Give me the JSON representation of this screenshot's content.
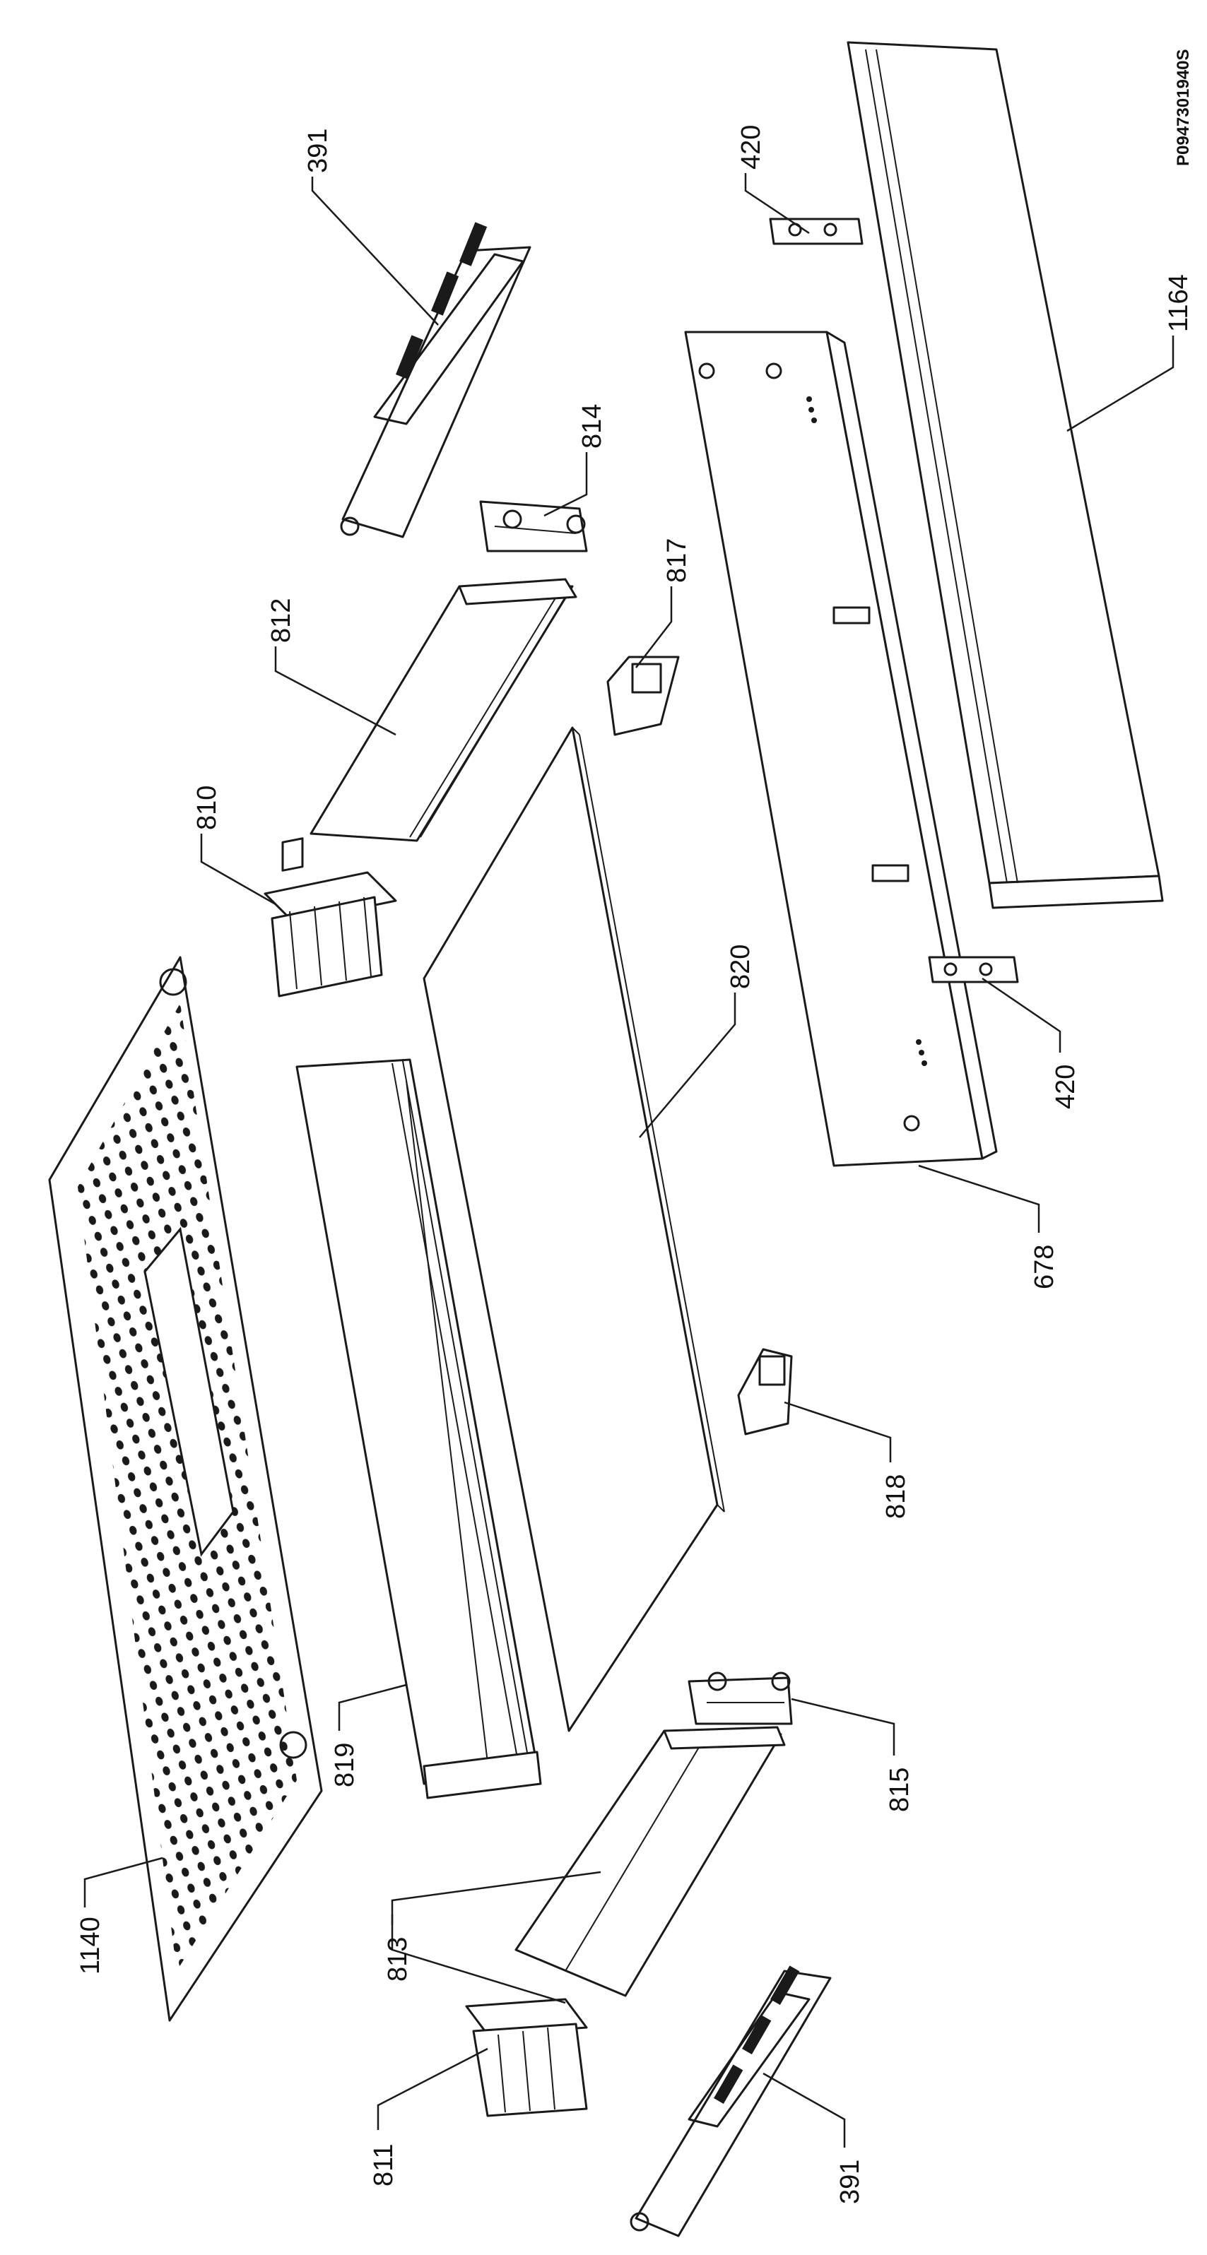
{
  "drawing": {
    "code": "P0947301940S"
  },
  "labels": [
    {
      "id": "391a",
      "text": "391"
    },
    {
      "id": "814",
      "text": "814"
    },
    {
      "id": "812",
      "text": "812"
    },
    {
      "id": "817",
      "text": "817"
    },
    {
      "id": "810",
      "text": "810"
    },
    {
      "id": "820",
      "text": "820"
    },
    {
      "id": "420a",
      "text": "420"
    },
    {
      "id": "1164",
      "text": "1164"
    },
    {
      "id": "420b",
      "text": "420"
    },
    {
      "id": "678",
      "text": "678"
    },
    {
      "id": "818",
      "text": "818"
    },
    {
      "id": "819",
      "text": "819"
    },
    {
      "id": "815",
      "text": "815"
    },
    {
      "id": "1140",
      "text": "1140"
    },
    {
      "id": "813",
      "text": "813"
    },
    {
      "id": "811",
      "text": "811"
    },
    {
      "id": "391b",
      "text": "391"
    }
  ]
}
